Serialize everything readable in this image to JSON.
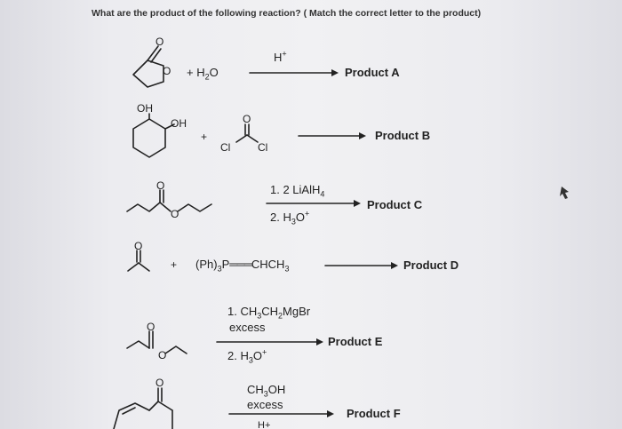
{
  "question": "What are the product of the following reaction? ( Match the correct letter to the product)",
  "reactions": {
    "a": {
      "plus_reagent_html": "+ H<sub>2</sub>O",
      "catalyst_html": "H<sup>+</sup>",
      "product": "Product A",
      "atom_o1": "O",
      "atom_o2": "O"
    },
    "b": {
      "oh_top": "OH",
      "oh_side": "OH",
      "plus": "+",
      "atom_o": "O",
      "cl1": "Cl",
      "cl2": "Cl",
      "product_label": "Product ",
      "product_letter": "B"
    },
    "c": {
      "step1_html": "1. 2 LiAlH<sub>4</sub>",
      "step2_html": "2. H<sub>3</sub>O<sup>+</sup>",
      "atom_o1": "O",
      "atom_o2": "O",
      "product_label": "Product ",
      "product_letter": "C"
    },
    "d": {
      "plus": "+",
      "ylide_html": "(Ph)<sub>3</sub>P<span style=\"letter-spacing:-1px\">═══</span>CHCH<sub>3</sub>",
      "atom_o": "O",
      "product": "Product D"
    },
    "e": {
      "step1_html": "1. CH<sub>3</sub>CH<sub>2</sub>MgBr",
      "excess": "excess",
      "step2_html": "2. H<sub>3</sub>O<sup>+</sup>",
      "atom_o1": "O",
      "atom_o2": "O",
      "product": "Product E"
    },
    "f": {
      "reagent_html": "CH<sub>3</sub>OH",
      "excess": "excess",
      "partial": "H+",
      "atom_o": "O",
      "product": "Product F"
    }
  }
}
